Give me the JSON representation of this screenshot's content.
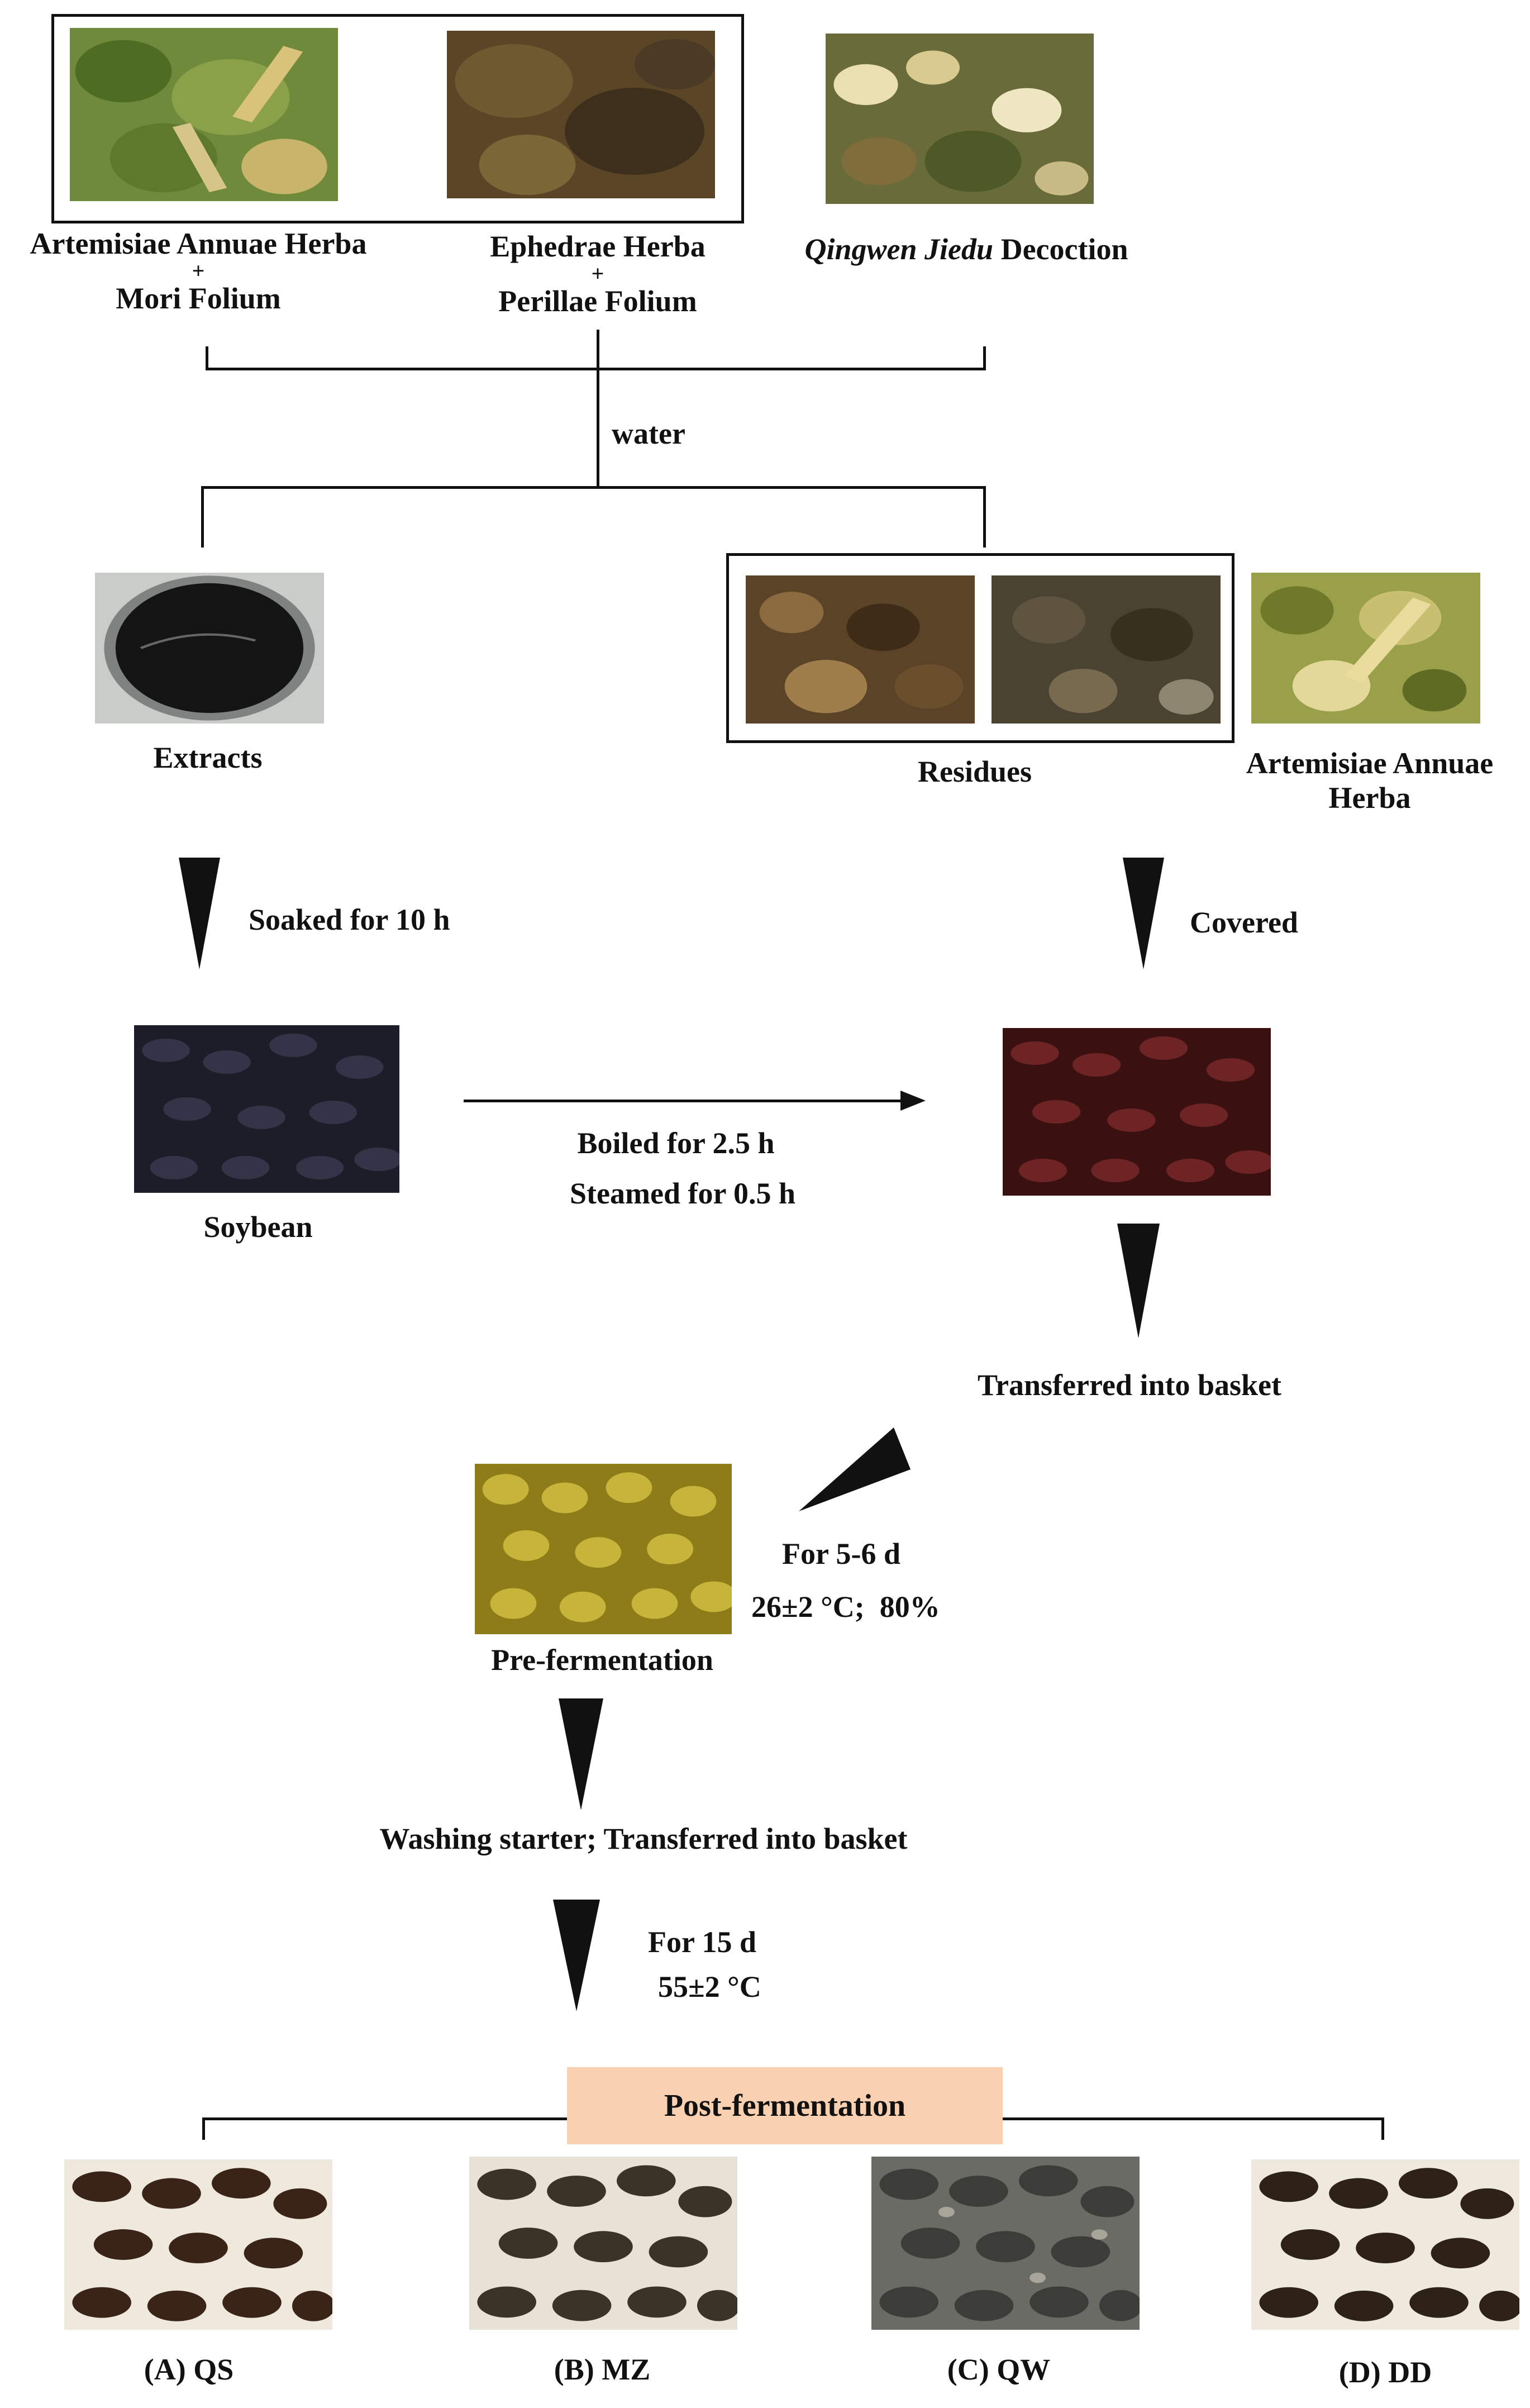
{
  "top": {
    "artemisia_mori": {
      "line1": "Artemisiae Annuae Herba",
      "plus": "+",
      "line2": "Mori Folium"
    },
    "ephedra_perilla": {
      "line1": "Ephedrae Herba",
      "plus": "+",
      "line2": "Perillae Folium"
    },
    "decoction": {
      "italic": "Qingwen Jiedu",
      "rest": " Decoction"
    }
  },
  "water": "water",
  "extracts": "Extracts",
  "residues": "Residues",
  "artemisia_right": {
    "line1": "Artemisiae Annuae",
    "line2": "Herba"
  },
  "soaked": "Soaked for 10 h",
  "covered": "Covered",
  "soybean": "Soybean",
  "boiled": "Boiled for 2.5 h",
  "steamed": "Steamed for 0.5 h",
  "transferred": "Transferred into basket",
  "prefermentation": "Pre-fermentation",
  "for56": "For 5-6 d",
  "cond1": "26±2 °C;  80%",
  "washing": "Washing starter; Transferred into basket",
  "for15": "For 15 d",
  "cond2": "55±2 °C",
  "post": "Post-fermentation",
  "products": [
    "(A) QS",
    "(B) MZ",
    "(C) QW",
    "(D) DD"
  ],
  "colors": {
    "post_fill": "#f9d0b0",
    "herb_green": "#5d7a2c",
    "ephedra": "#4c3b1f",
    "black_soy": "#1d1d2a",
    "red_soy": "#5a1a1a",
    "prefer": "#b9a52b",
    "fermented": "#3a2a1c"
  }
}
